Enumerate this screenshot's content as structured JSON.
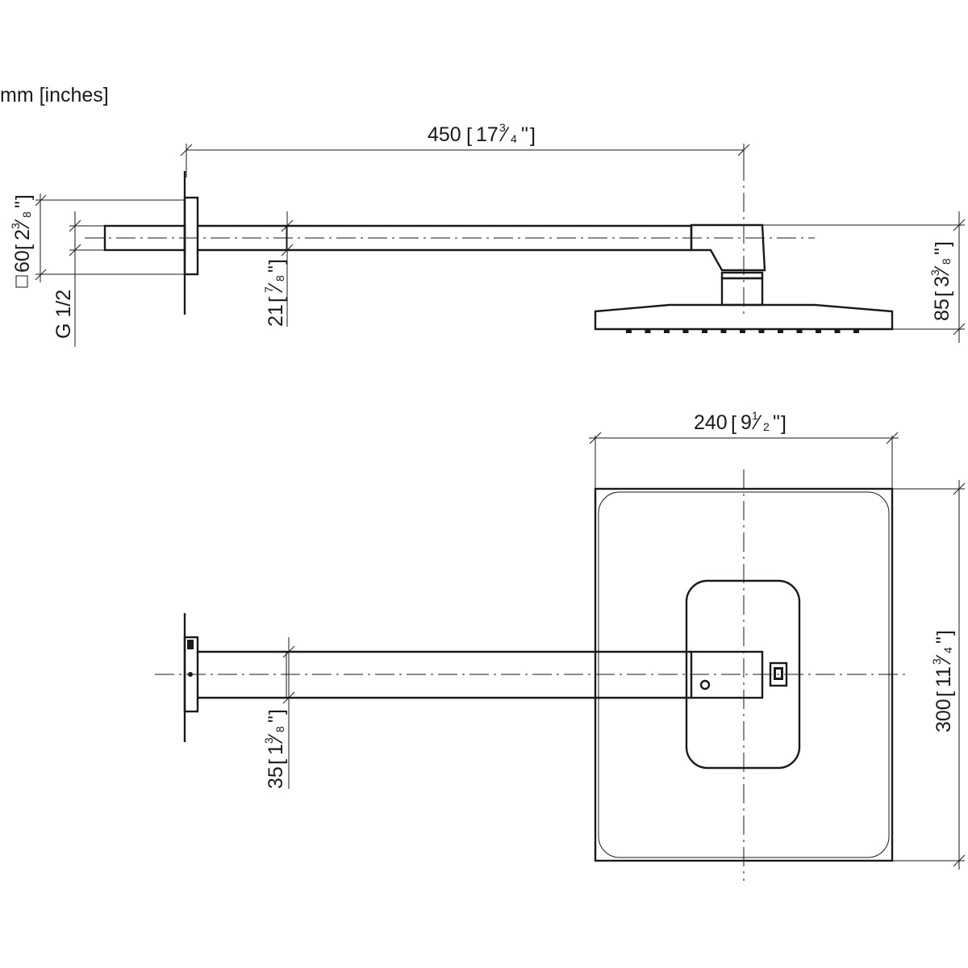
{
  "units": "mm [inches]",
  "side_view": {
    "overall_length": {
      "mm": "450",
      "whole": "17",
      "num": "3",
      "den": "4",
      "mark": "\""
    },
    "flange_size": {
      "mm": "60",
      "whole": "2",
      "num": "3",
      "den": "8",
      "mark": "\""
    },
    "thread": "G 1/2",
    "arm_height": {
      "mm": "21",
      "num": "7",
      "den": "8",
      "mark": "\""
    },
    "head_height": {
      "mm": "85",
      "whole": "3",
      "num": "3",
      "den": "8",
      "mark": "\""
    }
  },
  "top_view": {
    "head_width": {
      "mm": "240",
      "whole": "9",
      "num": "1",
      "den": "2",
      "mark": "\""
    },
    "head_length": {
      "mm": "300",
      "whole": "11",
      "num": "3",
      "den": "4",
      "mark": "\""
    },
    "arm_width": {
      "mm": "35",
      "whole": "1",
      "num": "3",
      "den": "8",
      "mark": "\""
    }
  },
  "icons": {
    "square_symbol": "square-dimension-symbol"
  }
}
